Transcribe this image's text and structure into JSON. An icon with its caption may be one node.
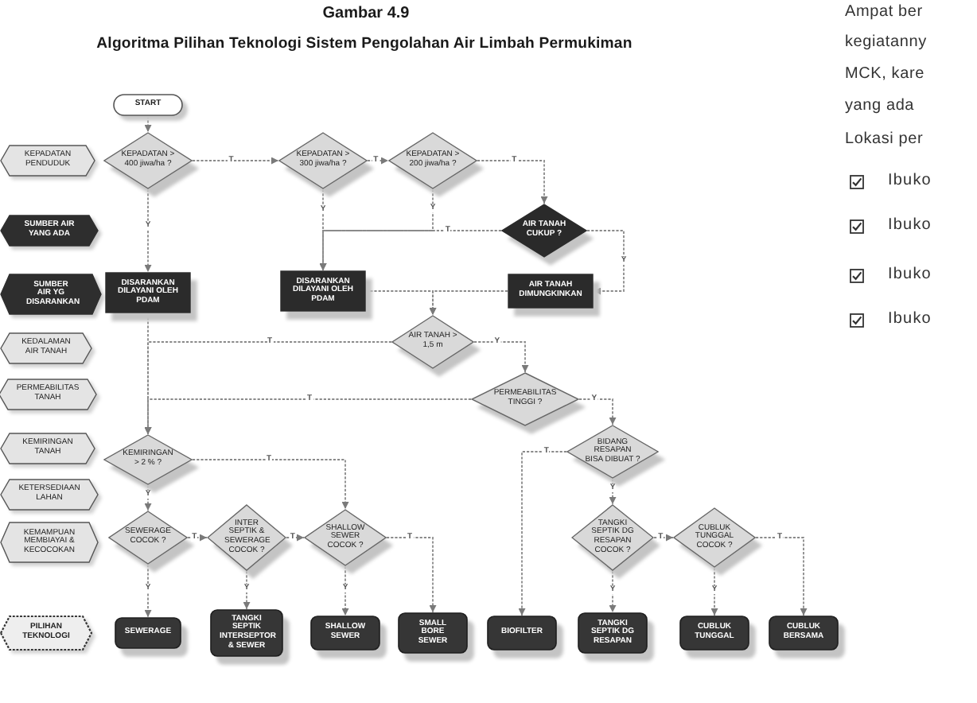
{
  "diagram": {
    "title": "Algoritma Pilihan Teknologi Sistem Pengolahan Air Limbah Permukiman",
    "nodes": [
      {
        "text": [
          "START"
        ]
      },
      {
        "text": [
          "KEPADATAN PENDUDUK"
        ]
      },
      {
        "text": [
          "KEPADATAN > 400 jiwa/ha ?"
        ]
      },
      {
        "text": [
          "KEPADATAN > 300 jiwa/ha ?"
        ]
      },
      {
        "text": [
          "KEPADATAN > 200 jiwa/ha ?"
        ]
      },
      {
        "text": [
          "SUMBER AIR YANG ADA"
        ]
      },
      {
        "text": [
          "AIR TANAH CUKUP ?"
        ]
      },
      {
        "text": [
          "SUMBER AIR YG DISARANKAN"
        ]
      },
      {
        "text": [
          "DISARANKAN DILAYANI OLEH PDAM"
        ]
      },
      {
        "text": [
          "DISARANKAN DILAYANI OLEH PDAM"
        ]
      },
      {
        "text": [
          "AIR TANAH DIMUNGKINKAN"
        ]
      },
      {
        "text": [
          "KEDALAMAN AIR TANAH"
        ]
      },
      {
        "text": [
          "AIR TANAH > 1,5 m"
        ]
      },
      {
        "text": [
          "PERMEABILITAS TANAH"
        ]
      },
      {
        "text": [
          "PERMEABILITAS TINGGI ?"
        ]
      },
      {
        "text": [
          "KEMIRINGAN TANAH"
        ]
      },
      {
        "text": [
          "KEMIRINGAN > 2 % ?"
        ]
      },
      {
        "text": [
          "BIDANG RESAPAN BISA DIBUAT ?"
        ]
      },
      {
        "text": [
          "KETERSEDIAAN LAHAN"
        ]
      },
      {
        "text": [
          "KEMAMPUAN MEMBIAYAI & KECOCOKAN"
        ]
      },
      {
        "text": [
          "SEWERAGE COCOK ?"
        ]
      },
      {
        "text": [
          "INTER SEPTIK & SEWERAGE COCOK ?"
        ]
      },
      {
        "text": [
          "SHALLOW SEWER COCOK ?"
        ]
      },
      {
        "text": [
          "TANGKI SEPTIK DG RESAPAN COCOK ?"
        ]
      },
      {
        "text": [
          "CUBLUK TUNGGAL COCOK ?"
        ]
      },
      {
        "text": [
          "PILIHAN TEKNOLOGI"
        ]
      },
      {
        "text": [
          "SEWERAGE"
        ]
      },
      {
        "text": [
          "TANGKI SEPTIK INTERSEPTOR & SEWER"
        ]
      },
      {
        "text": [
          "SHALLOW SEWER"
        ]
      },
      {
        "text": [
          "SMALL BORE SEWER"
        ]
      },
      {
        "text": [
          "BIOFILTER"
        ]
      },
      {
        "text": [
          "TANGKI SEPTIK DG RESAPAN"
        ]
      },
      {
        "text": [
          "CUBLUK TUNGGAL"
        ]
      },
      {
        "text": [
          "CUBLUK BERSAMA"
        ]
      }
    ],
    "edges": [
      {
        "from": 0,
        "to": 2,
        "arrow": "to"
      },
      {
        "from": 2,
        "to": 3,
        "arrow": "to",
        "label": "T"
      },
      {
        "from": 3,
        "to": 4,
        "arrow": "to",
        "label": "T"
      },
      {
        "from": 4,
        "to": 6,
        "arrow": "to",
        "label": "T"
      },
      {
        "from": 2,
        "to": 8,
        "arrow": "to",
        "label": "Y"
      },
      {
        "from": 3,
        "to": 9,
        "arrow": "to",
        "label": "Y"
      },
      {
        "from": 4,
        "to": 9,
        "arrow": "to",
        "label": "Y"
      },
      {
        "from": 6,
        "to": 9,
        "arrow": "to",
        "label": "T"
      },
      {
        "from": 6,
        "to": 10,
        "arrow": "to",
        "label": "Y"
      },
      {
        "from": 9,
        "to": 12,
        "arrow": "to"
      },
      {
        "from": 10,
        "to": 12,
        "arrow": "to"
      },
      {
        "from": 12,
        "to": 14,
        "arrow": "to",
        "label": "Y"
      },
      {
        "from": 12,
        "to": 16,
        "arrow": "to",
        "label": "T"
      },
      {
        "from": 14,
        "to": 16,
        "arrow": "to",
        "label": "T"
      },
      {
        "from": 8,
        "to": 16,
        "arrow": "to"
      },
      {
        "from": 14,
        "to": 17,
        "arrow": "to",
        "label": "Y"
      },
      {
        "from": 17,
        "to": 30,
        "arrow": "to",
        "label": "T"
      },
      {
        "from": 17,
        "to": 23,
        "arrow": "to",
        "label": "Y"
      },
      {
        "from": 23,
        "to": 31,
        "arrow": "to",
        "label": "Y"
      },
      {
        "from": 23,
        "to": 24,
        "arrow": "to",
        "label": "T"
      },
      {
        "from": 24,
        "to": 32,
        "arrow": "to",
        "label": "Y"
      },
      {
        "from": 24,
        "to": 33,
        "arrow": "to",
        "label": "T"
      },
      {
        "from": 16,
        "to": 20,
        "arrow": "to",
        "label": "Y"
      },
      {
        "from": 16,
        "to": 22,
        "arrow": "to",
        "label": "T"
      },
      {
        "from": 20,
        "to": 26,
        "arrow": "to",
        "label": "Y"
      },
      {
        "from": 20,
        "to": 21,
        "arrow": "to",
        "label": "T"
      },
      {
        "from": 21,
        "to": 27,
        "arrow": "to",
        "label": "Y"
      },
      {
        "from": 21,
        "to": 22,
        "arrow": "to",
        "label": "T"
      },
      {
        "from": 22,
        "to": 28,
        "arrow": "to",
        "label": "Y"
      },
      {
        "from": 22,
        "to": 29,
        "arrow": "to",
        "label": "T"
      }
    ],
    "labels": [
      "Gambar 4.9",
      "Ampat ber",
      "kegiatanny",
      "MCK, kare",
      "yang ada",
      "Lokasi per",
      "Ibuko",
      "Ibuko",
      "Ibuko",
      "Ibuko"
    ]
  }
}
